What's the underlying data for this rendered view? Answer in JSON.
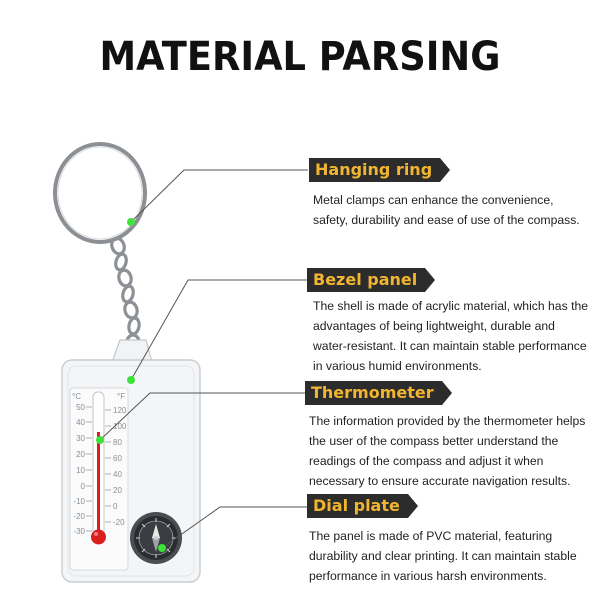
{
  "title": "MATERIAL PARSING",
  "sections": [
    {
      "label": "Hanging ring",
      "desc_lines": [
        "Metal clamps can enhance the convenience,",
        "safety, durability and ease of use of the compass."
      ]
    },
    {
      "label": "Bezel panel",
      "desc_lines": [
        "The shell is made of acrylic material, which has the",
        "advantages of being lightweight, durable and",
        "water-resistant. It can maintain stable performance",
        "in various humid environments."
      ]
    },
    {
      "label": "Thermometer",
      "desc_lines": [
        "The information provided by the thermometer helps",
        "the user of the compass better understand the",
        "readings of the compass and adjust it when",
        "necessary to ensure accurate navigation results."
      ]
    },
    {
      "label": "Dial plate",
      "desc_lines": [
        "The panel is made of PVC material, featuring",
        "durability and clear printing. It can maintain stable",
        "performance in various harsh environments."
      ]
    }
  ],
  "scale": {
    "celsius_unit": "°C",
    "fahrenheit_unit": "°F",
    "celsius_ticks": [
      "50",
      "40",
      "30",
      "20",
      "10",
      "0",
      "-10",
      "-20",
      "-30"
    ],
    "fahrenheit_ticks": [
      "120",
      "100",
      "80",
      "60",
      "40",
      "20",
      "0",
      "-20"
    ]
  },
  "colors": {
    "label_bg": "#2c2c2c",
    "label_text": "#f2b531",
    "marker": "#3fe23a",
    "mercury": "#d81e1e"
  }
}
